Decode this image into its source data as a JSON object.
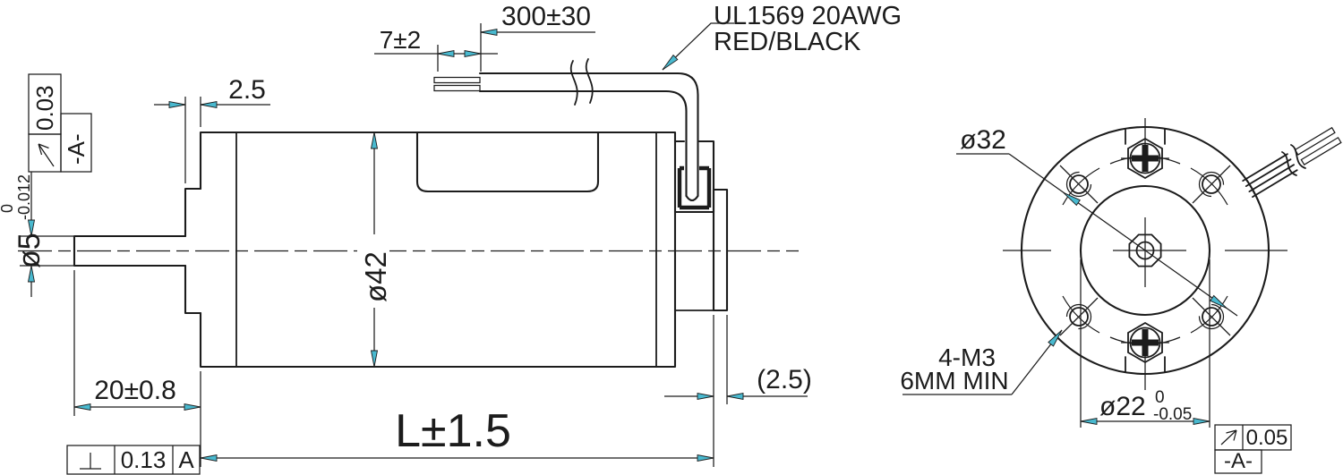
{
  "side_view": {
    "dim_boss_thickness": "2.5",
    "dim_strip_length": "7±2",
    "dim_lead_length": "300±30",
    "lead_spec_line1": "UL1569  20AWG",
    "lead_spec_line2": "RED/BLACK",
    "dim_body_diameter": "ø42",
    "shaft_dia": "ø5",
    "shaft_tol_upper": "0",
    "shaft_tol_lower": "-0.012",
    "shaft_runout_value": "0.03",
    "shaft_runout_datum": "-A-",
    "dim_shaft_protrusion": "20±0.8",
    "dim_overall_length": "L±1.5",
    "dim_rear_boss": "(2.5)",
    "face_perp_value": "0.13",
    "face_perp_datum": "A"
  },
  "front_view": {
    "dim_bolt_circle": "ø32",
    "holes_label_line1": "4-M3",
    "holes_label_line2": "6MM  MIN",
    "pilot_dia": "ø22",
    "pilot_tol_upper": "0",
    "pilot_tol_lower": "-0.05",
    "pilot_runout_value": "0.05",
    "pilot_runout_datum": "-A-"
  },
  "colors": {
    "line": "#1c1c1c",
    "arrow_fill": "#49b9cf"
  }
}
